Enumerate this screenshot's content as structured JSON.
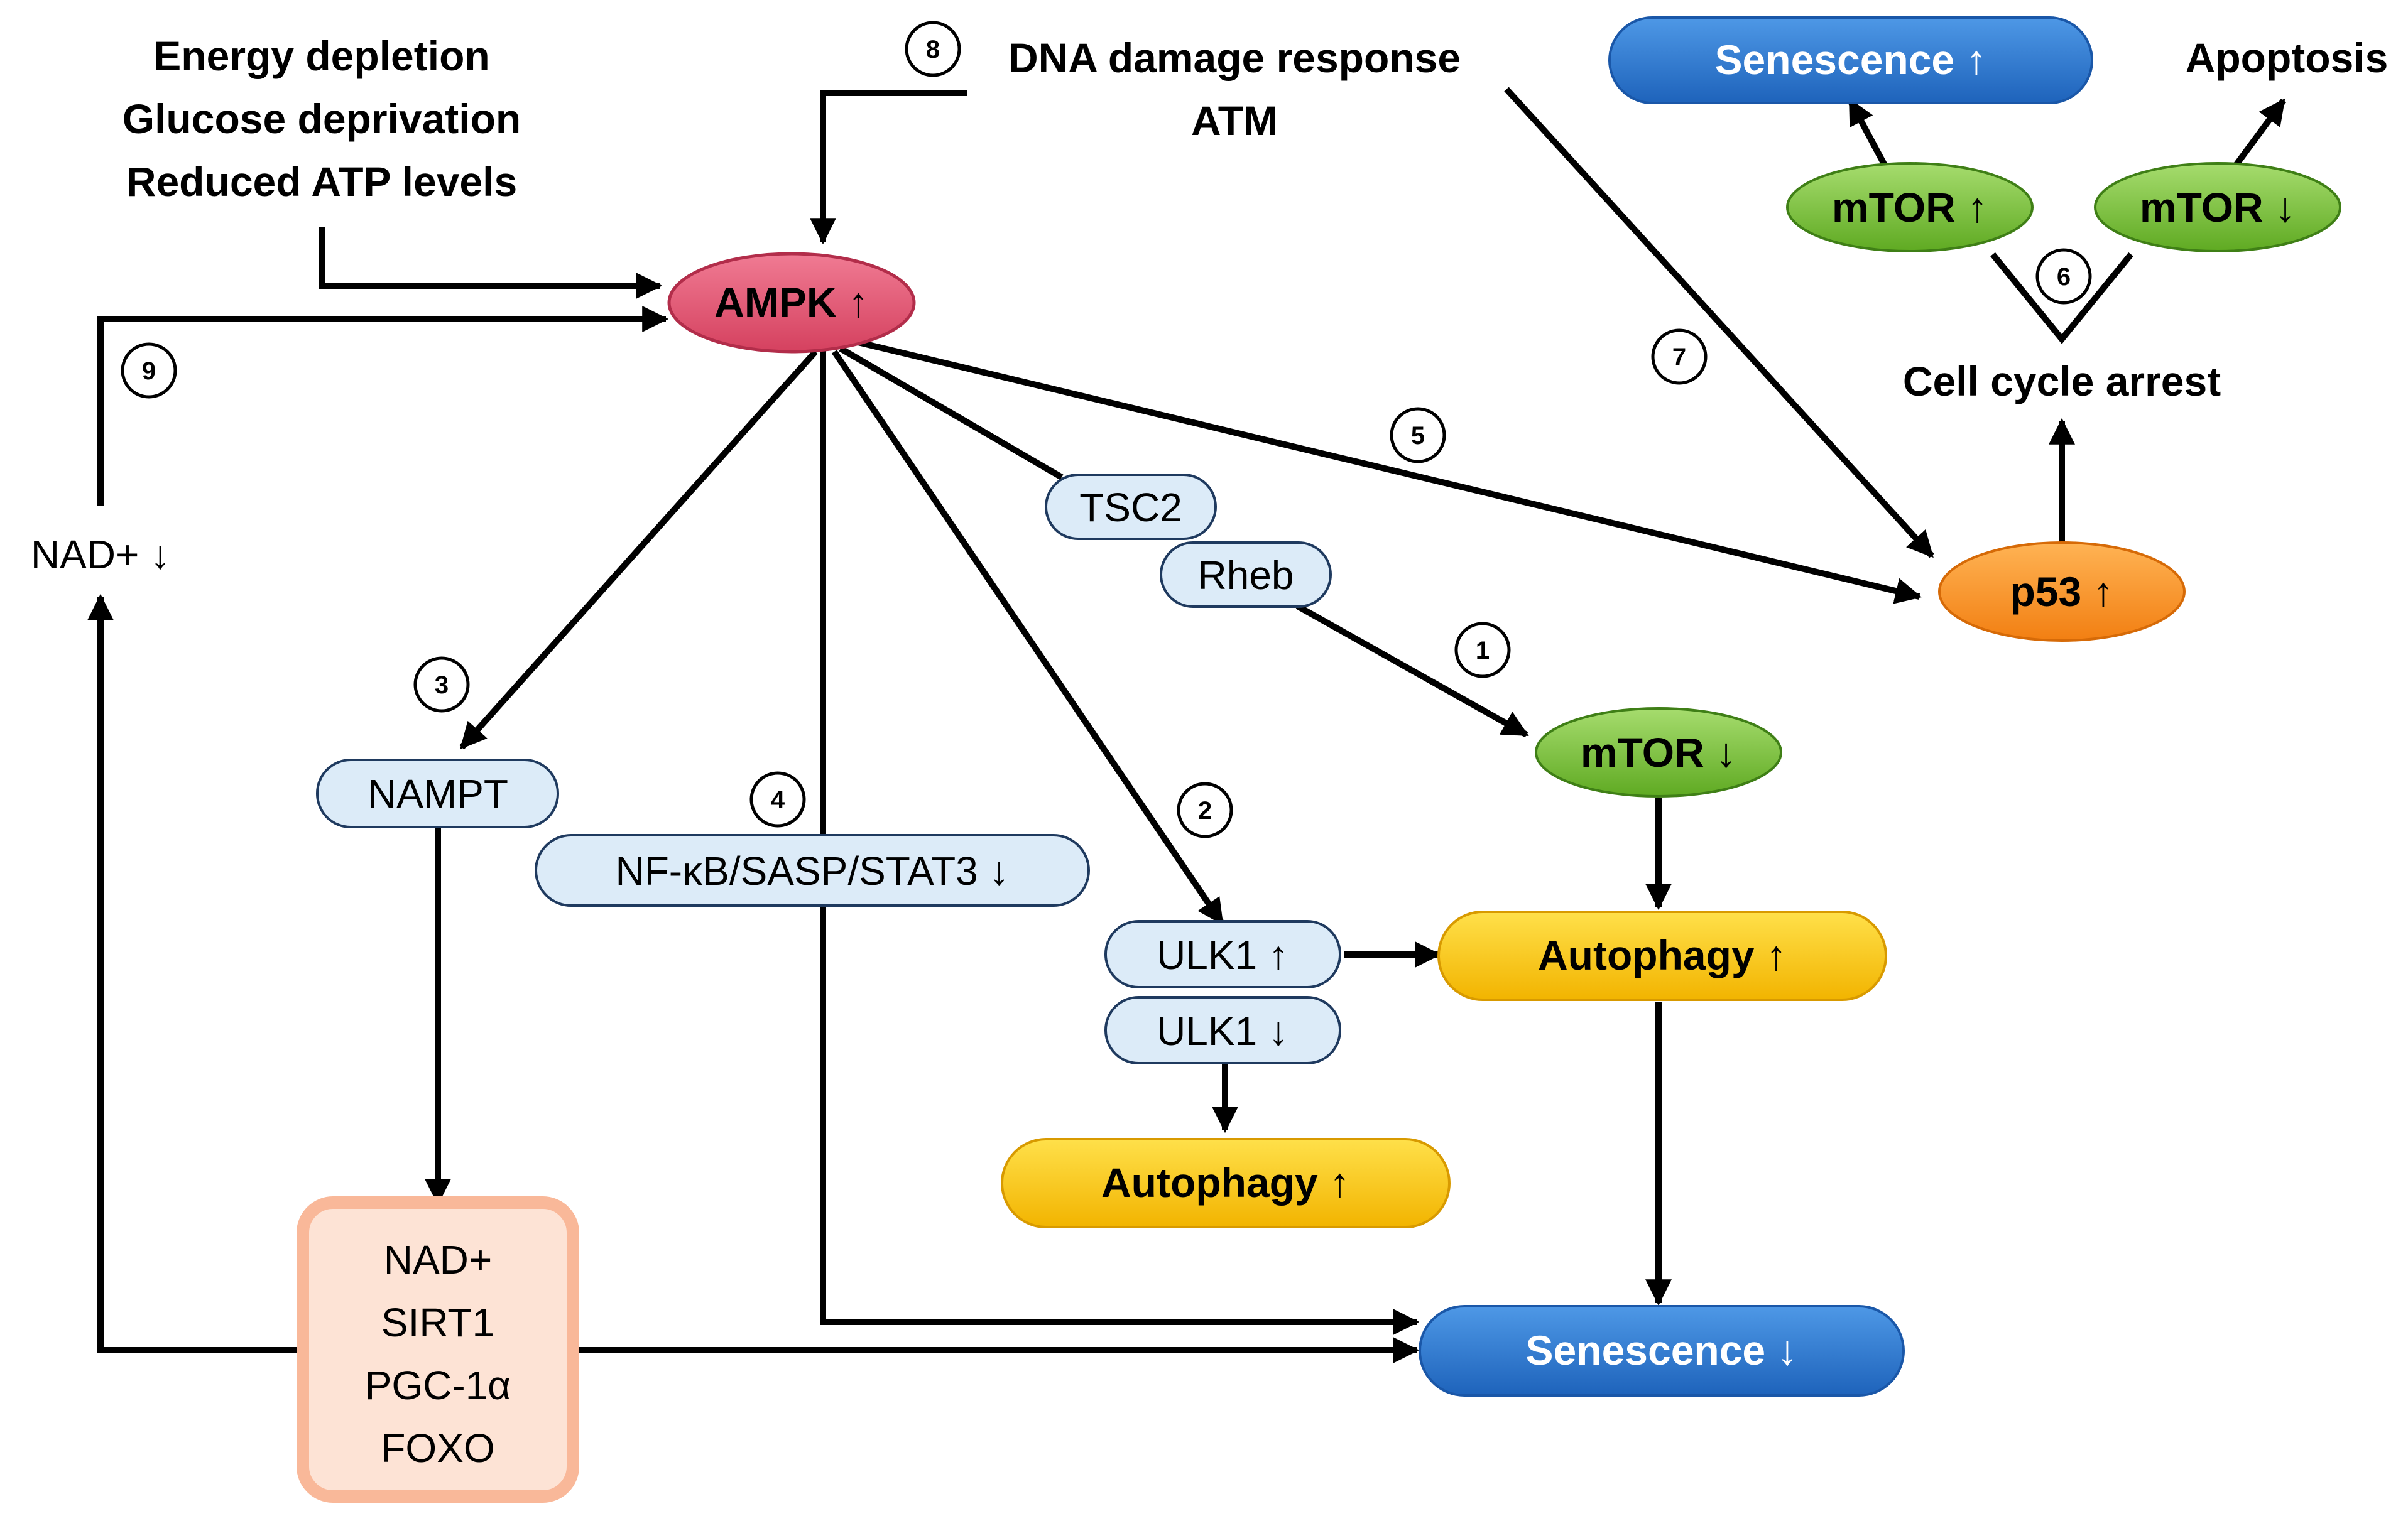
{
  "inputs": {
    "energy_lines": [
      "Energy depletion",
      "Glucose deprivation",
      "Reduced ATP levels"
    ],
    "dna_lines": [
      "DNA damage response",
      "ATM"
    ],
    "nad_down": "NAD+ ↓"
  },
  "nodes": {
    "ampk": "AMPK ↑",
    "tsc2": "TSC2",
    "rheb": "Rheb",
    "nampt": "NAMPT",
    "nfkb": "NF-κB/SASP/STAT3 ↓",
    "ulk1_up": "ULK1 ↑",
    "ulk1_down": "ULK1 ↓",
    "mtor_center": "mTOR ↓",
    "autophagy_right": "Autophagy ↑",
    "autophagy_left": "Autophagy ↑",
    "senescence_bottom": "Senescence ↓",
    "p53": "p53 ↑",
    "cell_cycle_arrest": "Cell cycle arrest",
    "mtor_up": "mTOR ↑",
    "mtor_down_top": "mTOR ↓",
    "senescence_top": "Senescence ↑",
    "apoptosis": "Apoptosis",
    "sirt_box_lines": [
      "NAD+",
      "SIRT1",
      "PGC-1α",
      "FOXO"
    ]
  },
  "step_numbers": [
    "1",
    "2",
    "3",
    "4",
    "5",
    "6",
    "7",
    "8",
    "9"
  ],
  "colors": {
    "ampk": "#e0556f",
    "ampk_dark": "#c23652",
    "light_blue": "#dcebf8",
    "light_blue_border": "#1f3a5f",
    "green": "#7cc540",
    "green_dark": "#4d9a1d",
    "gold": "#f7c500",
    "gold_dark": "#e4a300",
    "blue": "#2f7bd2",
    "blue_dark": "#1a57a8",
    "orange": "#f99a2a",
    "orange_dark": "#ef7d10",
    "peach_fill": "#fde3d5",
    "peach_border": "#f9b899",
    "arrow": "#000000"
  }
}
